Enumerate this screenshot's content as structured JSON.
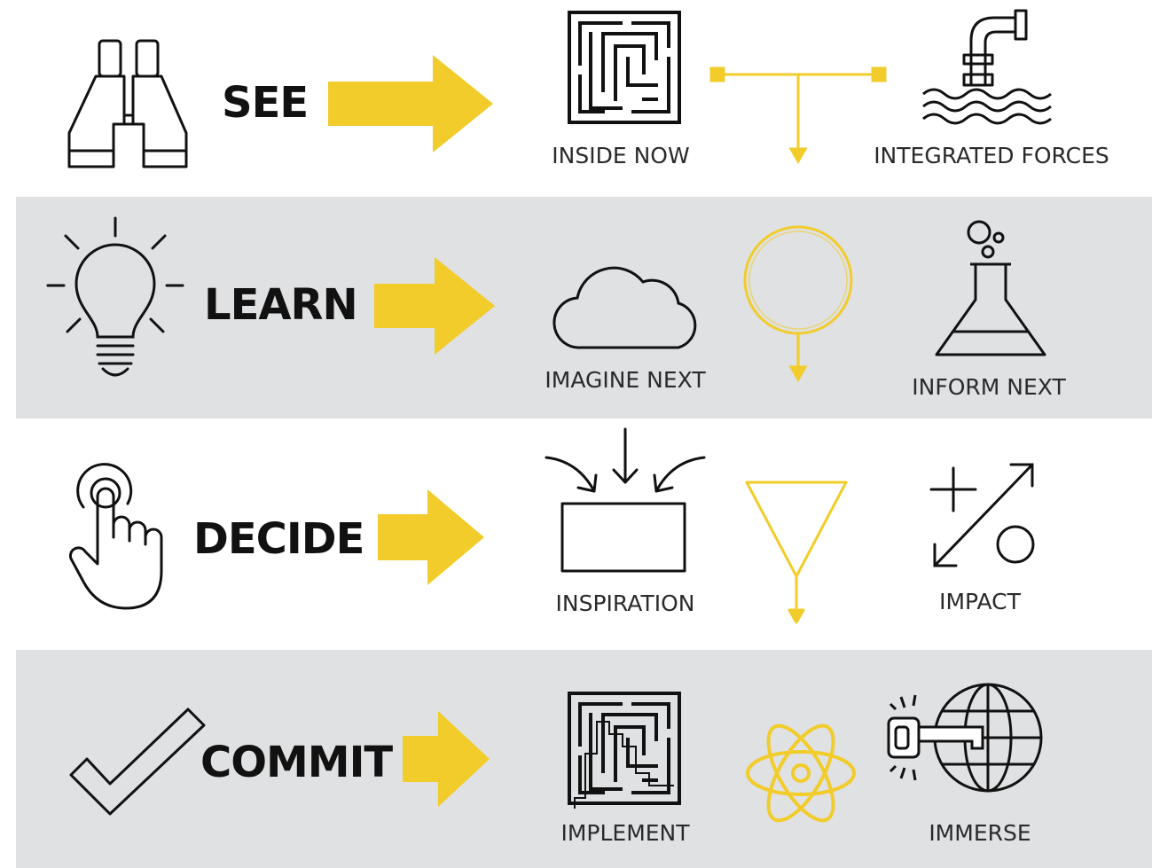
{
  "colors": {
    "accent": "#f2cc2a",
    "band": "#dfe1e3",
    "ink": "#111111"
  },
  "rows": [
    {
      "verb": "SEE",
      "verb_icon": "binoculars-icon",
      "label_a": "INSIDE NOW",
      "icon_a": "maze-icon",
      "connector": "t-junction-arrow",
      "label_b": "INTEGRATED FORCES",
      "icon_b": "pipe-water-icon"
    },
    {
      "verb": "LEARN",
      "verb_icon": "lightbulb-icon",
      "label_a": "IMAGINE NEXT",
      "icon_a": "cloud-icon",
      "connector": "circle-arrow",
      "label_b": "INFORM NEXT",
      "icon_b": "flask-icon"
    },
    {
      "verb": "DECIDE",
      "verb_icon": "hand-tap-icon",
      "label_a": "INSPIRATION",
      "icon_a": "arrows-into-box-icon",
      "connector": "funnel-arrow",
      "label_b": "IMPACT",
      "icon_b": "plus-circle-arrows-icon"
    },
    {
      "verb": "COMMIT",
      "verb_icon": "checkmark-icon",
      "label_a": "IMPLEMENT",
      "icon_a": "maze-path-icon",
      "connector": "atom-icon",
      "label_b": "IMMERSE",
      "icon_b": "key-globe-icon"
    }
  ]
}
